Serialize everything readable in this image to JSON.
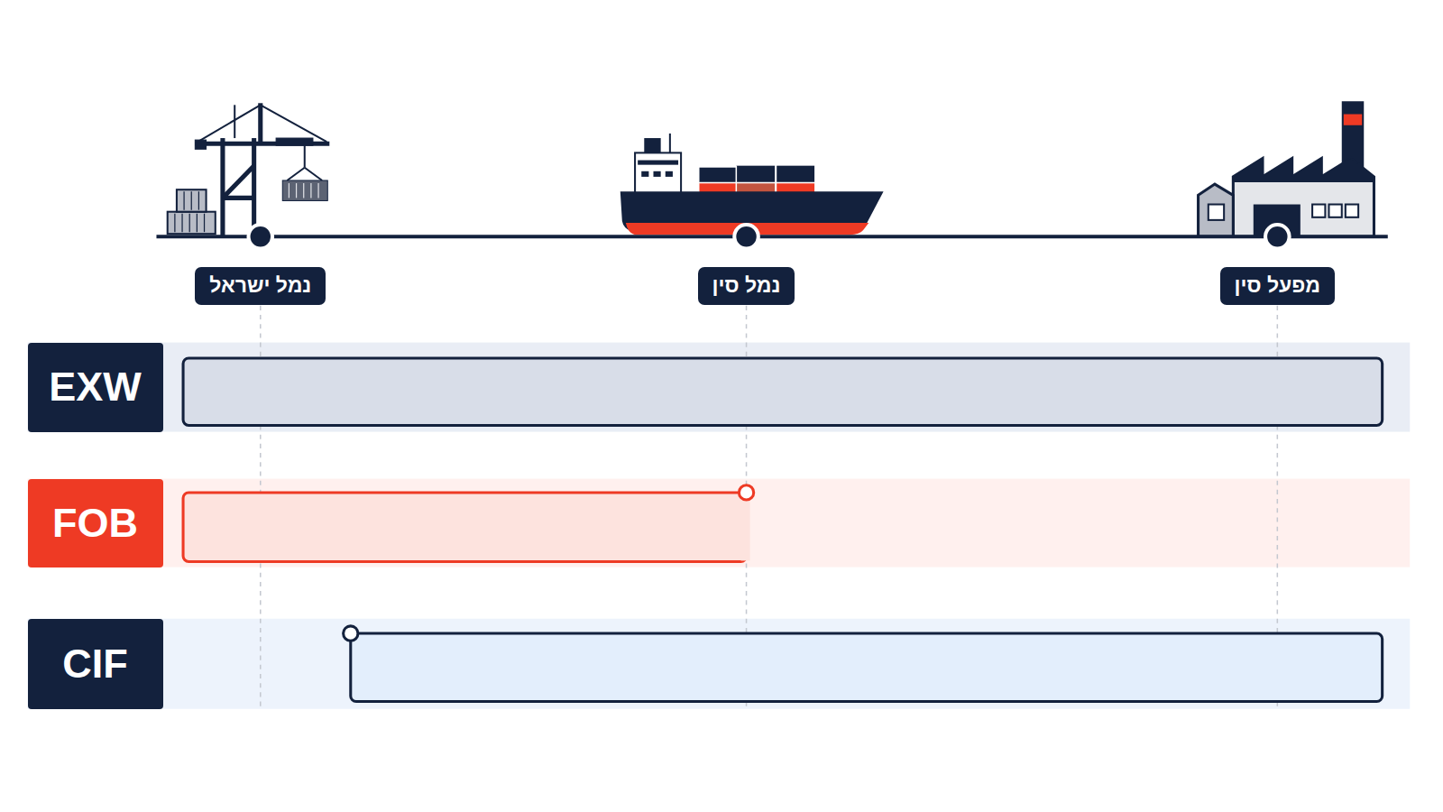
{
  "diagram": {
    "nodes": [
      {
        "text": [
          "נמל ישראל"
        ]
      },
      {
        "text": [
          "נמל סין"
        ]
      },
      {
        "text": [
          "מפעל סין"
        ]
      },
      {
        "text": [
          "EXW"
        ]
      },
      {
        "text": [
          "FOB"
        ]
      },
      {
        "text": [
          "CIF"
        ]
      }
    ]
  }
}
